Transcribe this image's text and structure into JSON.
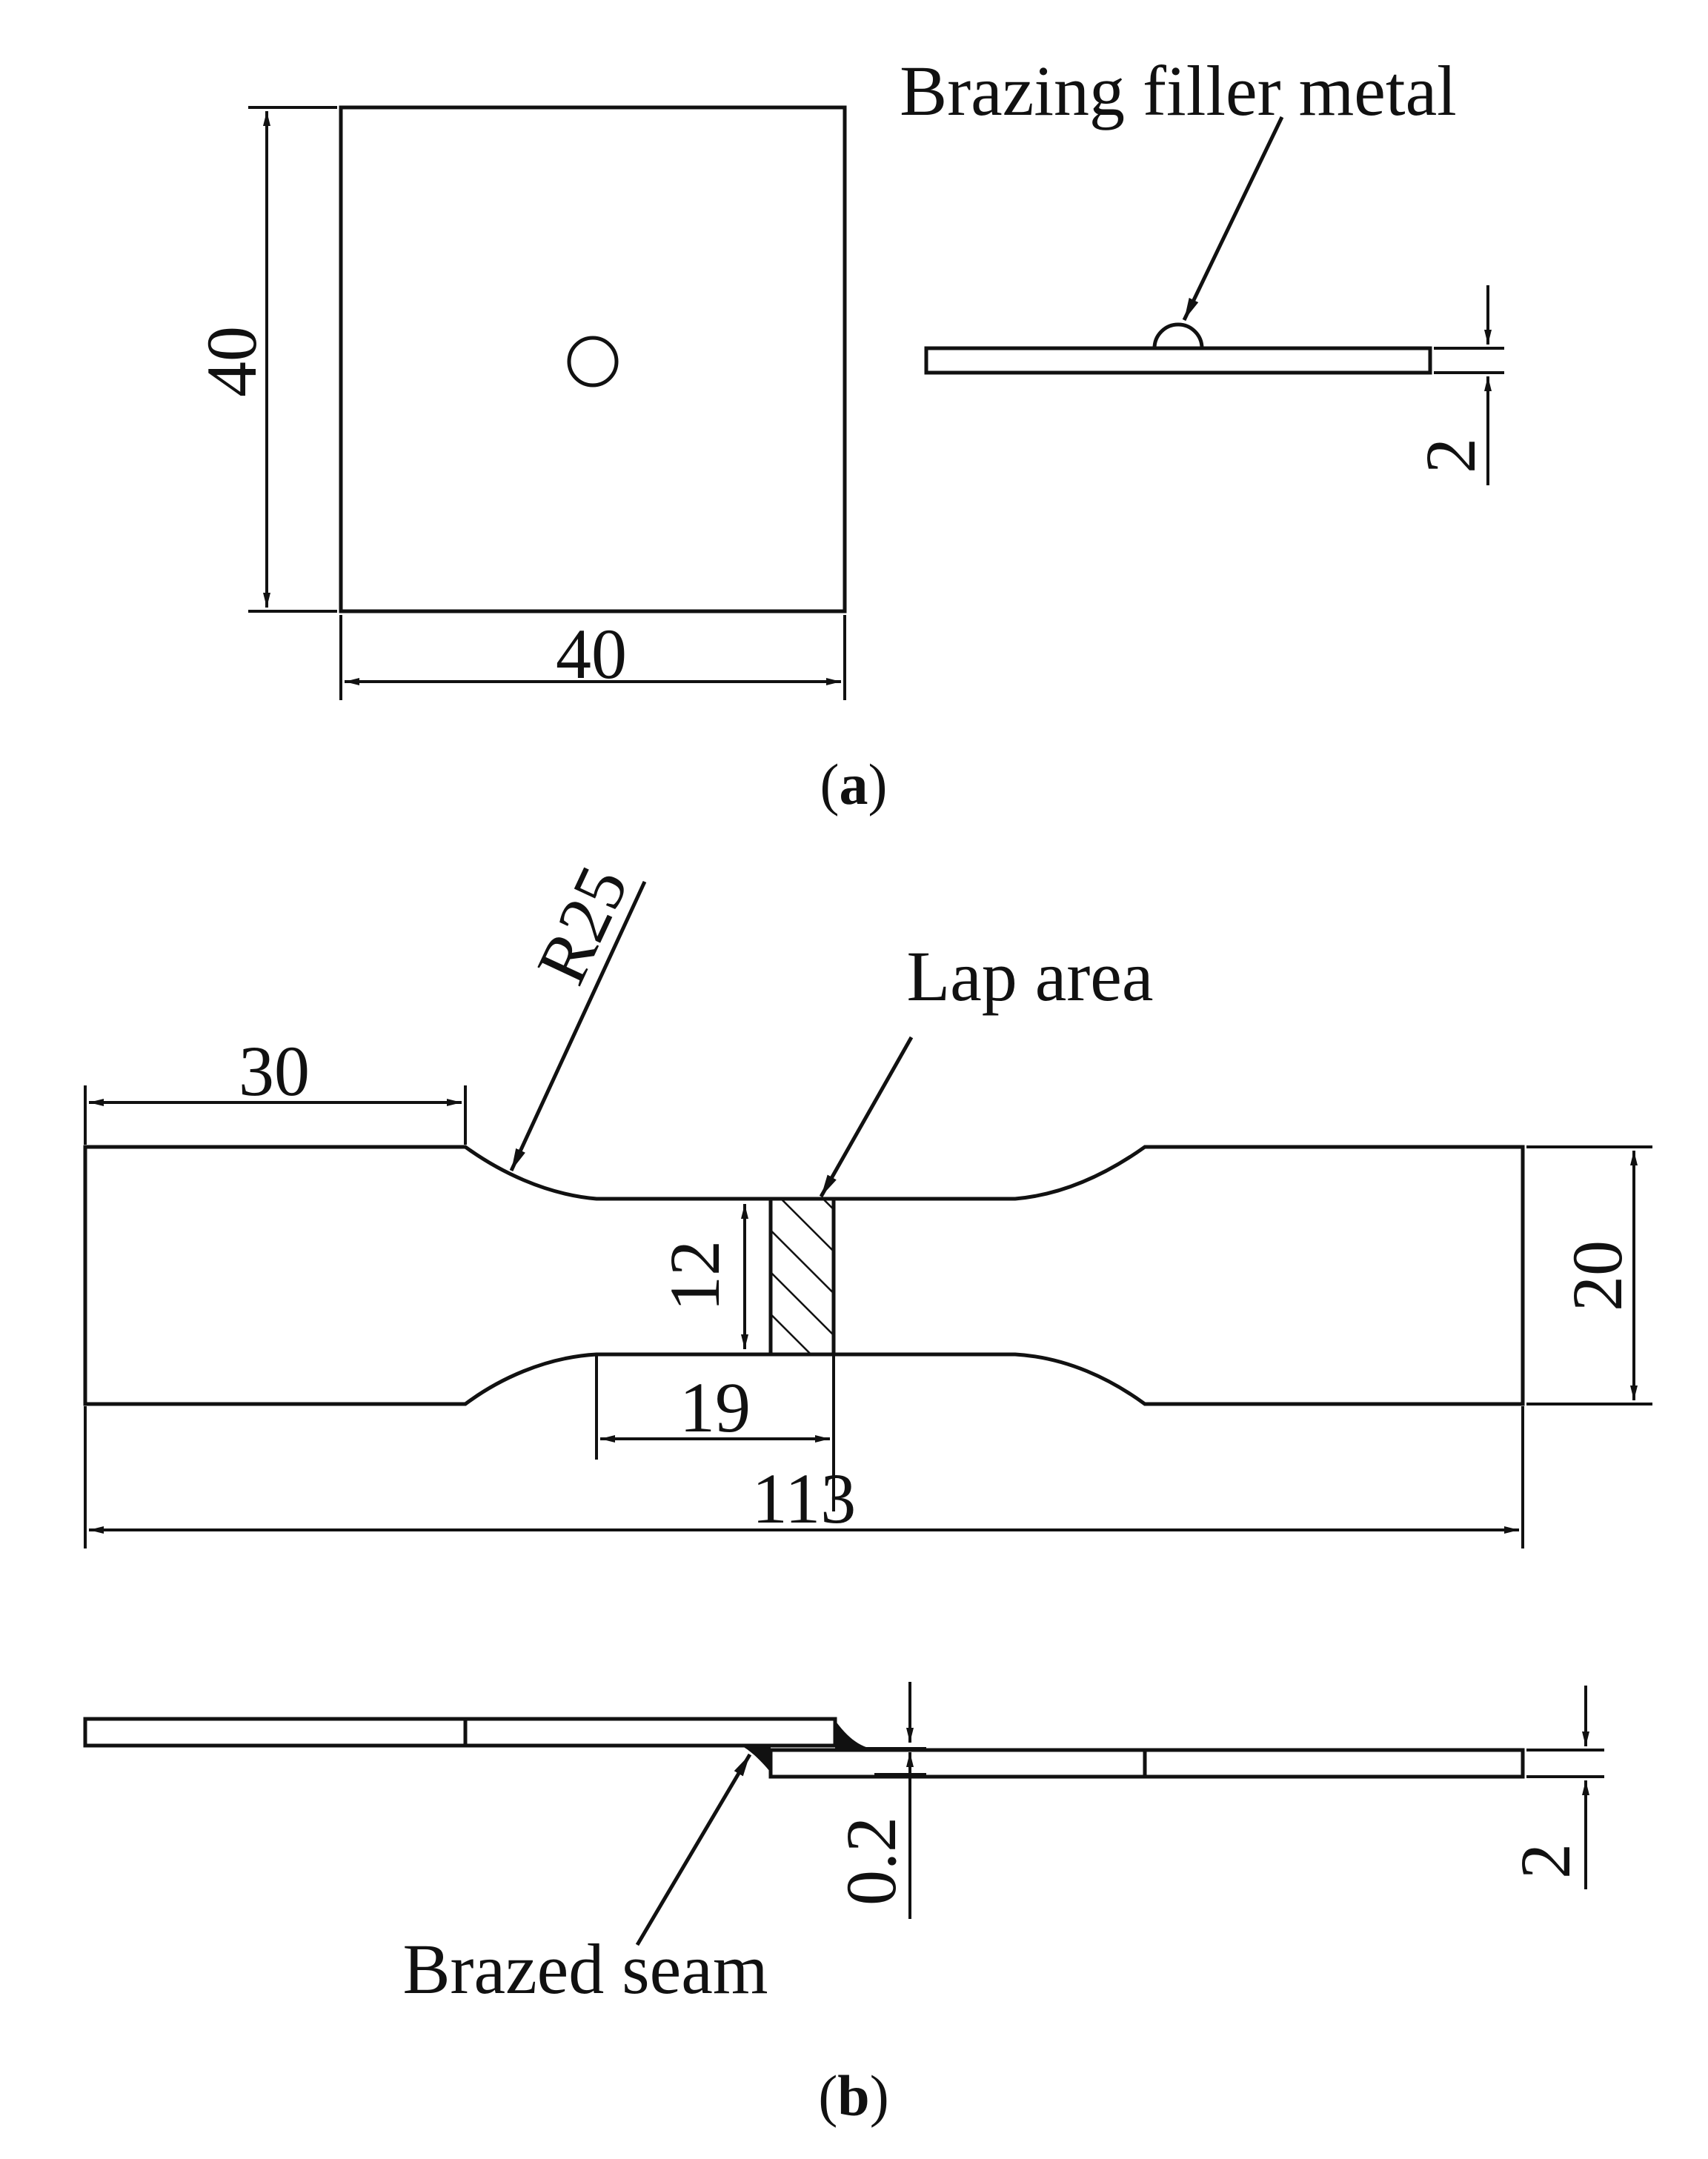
{
  "figure": {
    "part_a": {
      "caption_open": "(",
      "caption_letter": "a",
      "caption_close": ")",
      "width_dim": "40",
      "height_dim": "40",
      "thickness_dim": "2",
      "filler_label": "Brazing filler metal"
    },
    "part_b": {
      "caption_open": "(",
      "caption_letter": "b",
      "caption_close": ")",
      "radius_dim": "R25",
      "grip_length_dim": "30",
      "lap_label": "Lap area",
      "gauge_width_dim": "12",
      "gauge_length_dim": "19",
      "total_length_dim": "113",
      "grip_width_dim": "20",
      "seam_label": "Brazed seam",
      "gap_dim": "0.2",
      "thickness_dim": "2"
    }
  },
  "colors": {
    "line": "#111111",
    "background": "#ffffff"
  }
}
